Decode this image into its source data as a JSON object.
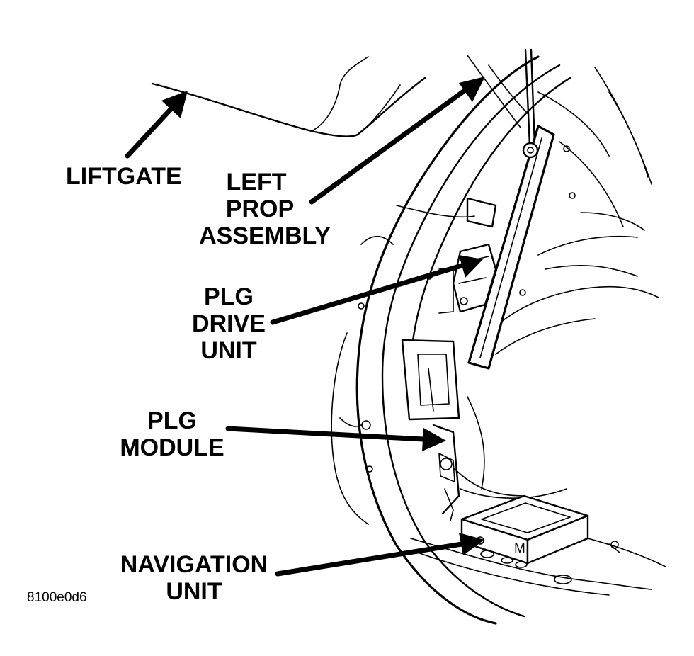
{
  "callouts": {
    "liftgate": "LIFTGATE",
    "left_prop_assembly": [
      "LEFT",
      "PROP",
      "ASSEMBLY"
    ],
    "plg_drive_unit": [
      "PLG",
      "DRIVE",
      "UNIT"
    ],
    "plg_module": [
      "PLG",
      "MODULE"
    ],
    "navigation_unit": [
      "NAVIGATION",
      "UNIT"
    ]
  },
  "figure_code": "8100e0d6",
  "module_marking": "M"
}
